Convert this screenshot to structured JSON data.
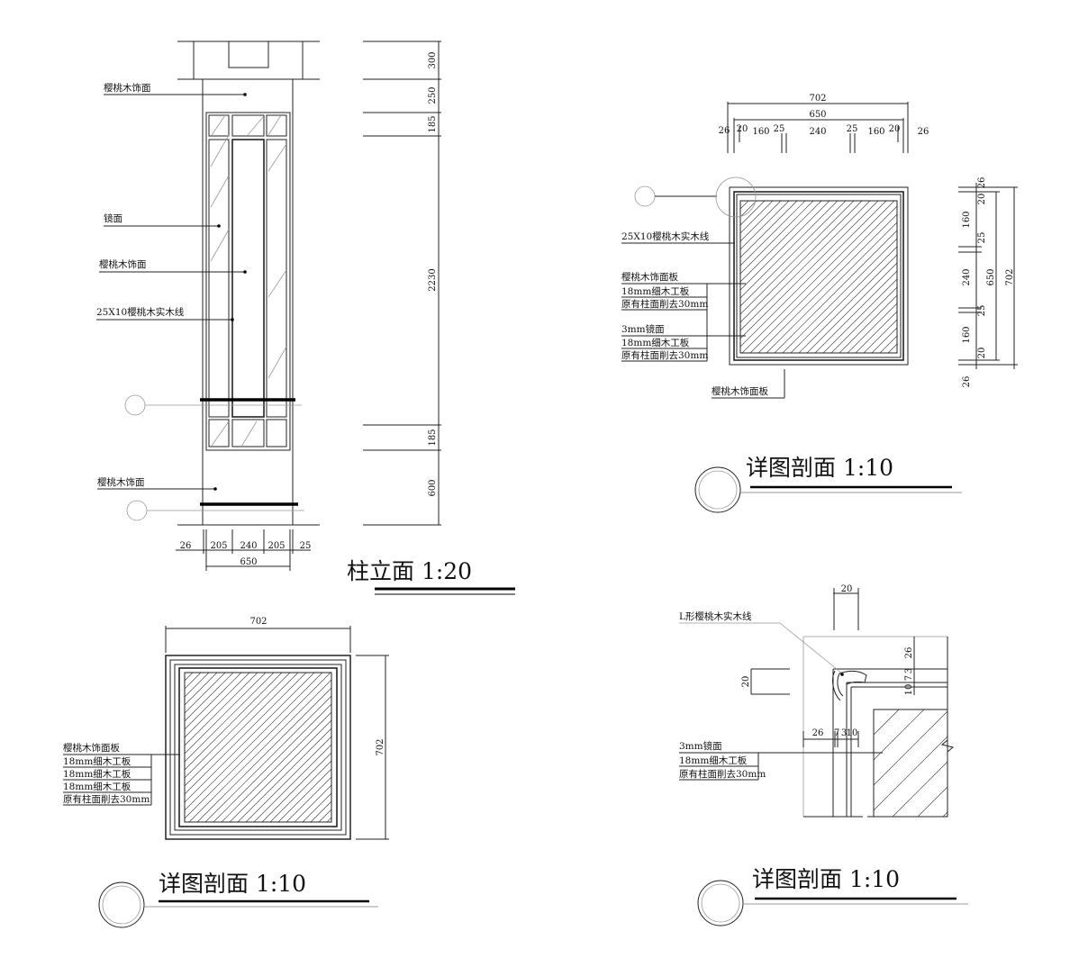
{
  "elevation": {
    "title": "柱立面  1:20",
    "labels": [
      "樱桃木饰面",
      "镜面",
      "樱桃木饰面",
      "25X10樱桃木实木线",
      "樱桃木饰面"
    ],
    "dims_right": [
      "300",
      "250",
      "185",
      "2230",
      "185",
      "600"
    ],
    "dims_bottom": [
      "26",
      "205",
      "240",
      "205",
      "25"
    ],
    "dim_total": "650"
  },
  "section_a": {
    "title": "详图剖面   1:10",
    "dim_outer": "702",
    "dim_inner": "650",
    "dims_top": [
      "26",
      "20",
      "160",
      "25",
      "240",
      "25",
      "160",
      "20",
      "26"
    ],
    "dims_right": [
      "26",
      "20",
      "160",
      "25",
      "240",
      "25",
      "160",
      "20",
      "26"
    ],
    "dim_right_inner": "650",
    "dim_right_outer": "702",
    "labels": [
      "25X10樱桃木实木线",
      "樱桃木饰面板",
      "18mm细木工板",
      "原有柱面削去30mm",
      "3mm镜面",
      "18mm细木工板",
      "原有柱面削去30mm",
      "樱桃木饰面板"
    ]
  },
  "section_b": {
    "title": "详图剖面   1:10",
    "dim_top": "702",
    "dim_right": "702",
    "labels": [
      "樱桃木饰面板",
      "18mm细木工板",
      "18mm细木工板",
      "18mm细木工板",
      "原有柱面削去30mm"
    ]
  },
  "section_c": {
    "title": "详图剖面   1:10",
    "dim_top": "20",
    "dim_left": "20",
    "dims_bottom": [
      "26",
      "7",
      "3",
      "10"
    ],
    "dims_right": [
      "26",
      "10",
      "7",
      "3"
    ],
    "labels": [
      "L形樱桃木实木线",
      "3mm镜面",
      "18mm细木工板",
      "原有柱面削去30mm"
    ]
  }
}
